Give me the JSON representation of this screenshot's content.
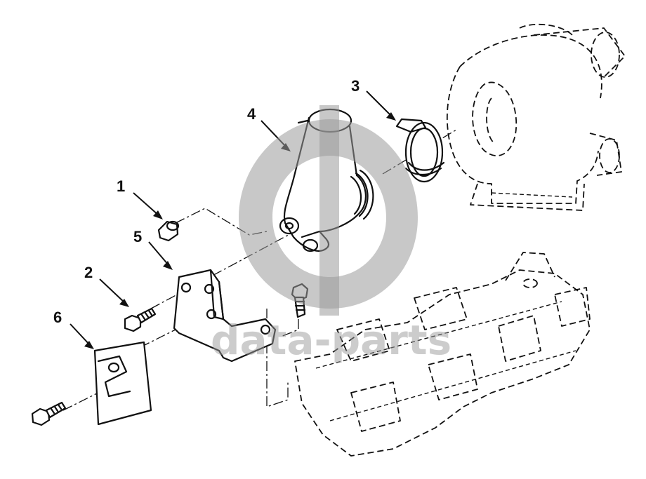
{
  "callouts": [
    {
      "id": "1",
      "label": "1"
    },
    {
      "id": "2",
      "label": "2"
    },
    {
      "id": "3",
      "label": "3"
    },
    {
      "id": "4",
      "label": "4"
    },
    {
      "id": "5",
      "label": "5"
    },
    {
      "id": "6",
      "label": "6"
    }
  ],
  "watermark": {
    "text": "data-parts"
  },
  "colors": {
    "ink": "#111111",
    "watermark": "#9a9a9a",
    "background": "#ffffff"
  }
}
